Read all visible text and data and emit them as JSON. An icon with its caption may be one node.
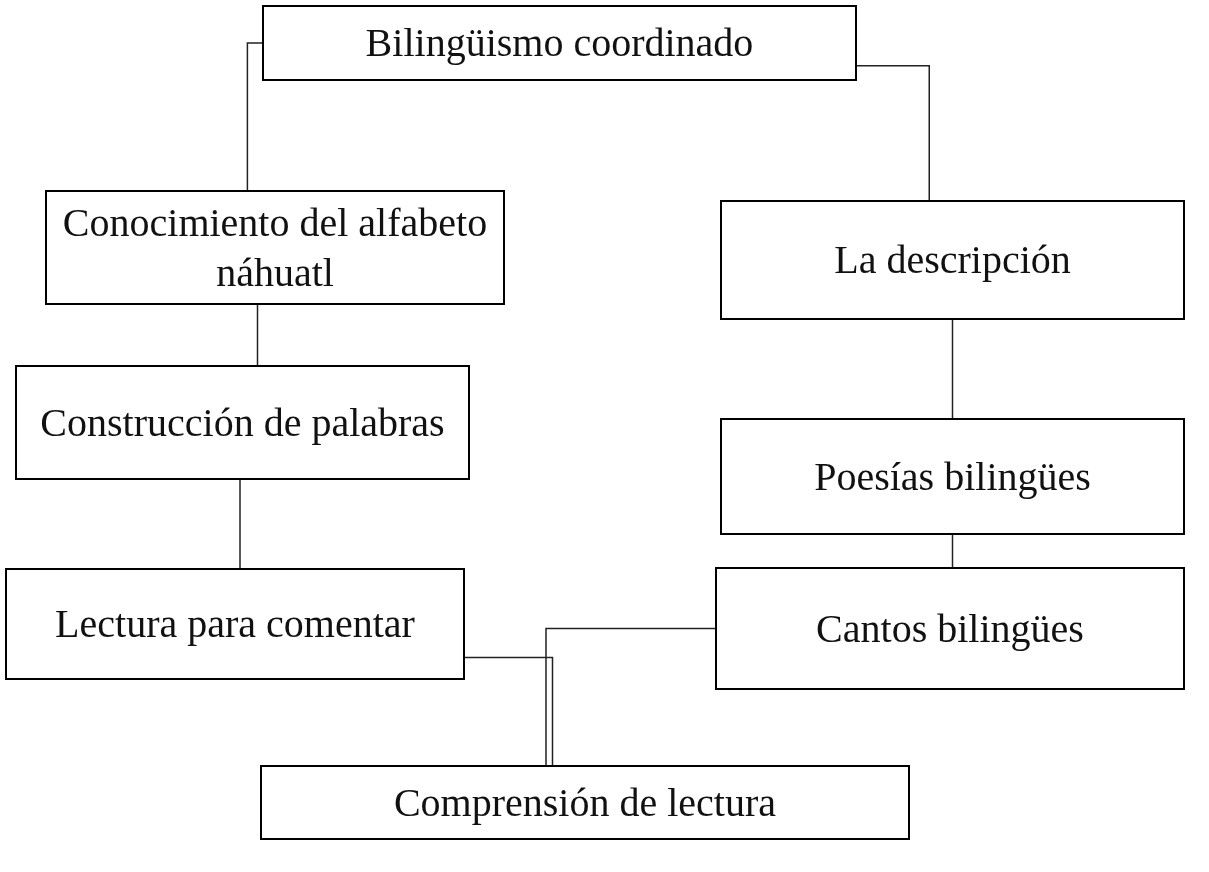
{
  "diagram": {
    "nodes": [
      {
        "text": [
          "Bilingüismo coordinado"
        ]
      },
      {
        "text": [
          "Conocimiento del alfabeto náhuatl"
        ]
      },
      {
        "text": [
          "Construcción de palabras"
        ]
      },
      {
        "text": [
          "Lectura para comentar"
        ]
      },
      {
        "text": [
          "Comprensión de lectura"
        ]
      },
      {
        "text": [
          "La descripción"
        ]
      },
      {
        "text": [
          "Poesías bilingües"
        ]
      },
      {
        "text": [
          "Cantos bilingües"
        ]
      }
    ],
    "edges": [
      {
        "from": 0,
        "to": 1,
        "arrow": "none"
      },
      {
        "from": 1,
        "to": 2,
        "arrow": "none"
      },
      {
        "from": 2,
        "to": 3,
        "arrow": "none"
      },
      {
        "from": 3,
        "to": 4,
        "arrow": "none"
      },
      {
        "from": 0,
        "to": 5,
        "arrow": "none"
      },
      {
        "from": 5,
        "to": 6,
        "arrow": "none"
      },
      {
        "from": 6,
        "to": 7,
        "arrow": "none"
      },
      {
        "from": 7,
        "to": 4,
        "arrow": "none"
      }
    ]
  }
}
